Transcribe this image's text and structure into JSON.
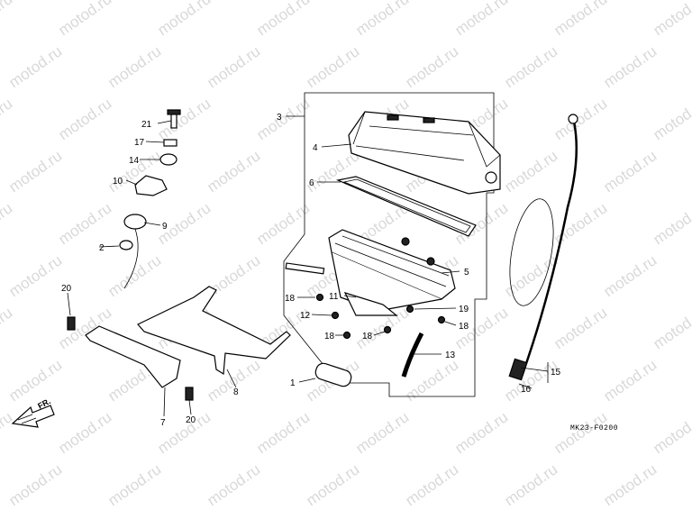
{
  "watermark": "motod.ru",
  "diagram_code": "MK23-F0200",
  "direction_label": "FR.",
  "callouts": [
    "1",
    "2",
    "3",
    "4",
    "5",
    "6",
    "7",
    "8",
    "9",
    "10",
    "11",
    "12",
    "13",
    "14",
    "15",
    "16",
    "17",
    "18",
    "18",
    "18",
    "18",
    "19",
    "20",
    "20",
    "21"
  ]
}
